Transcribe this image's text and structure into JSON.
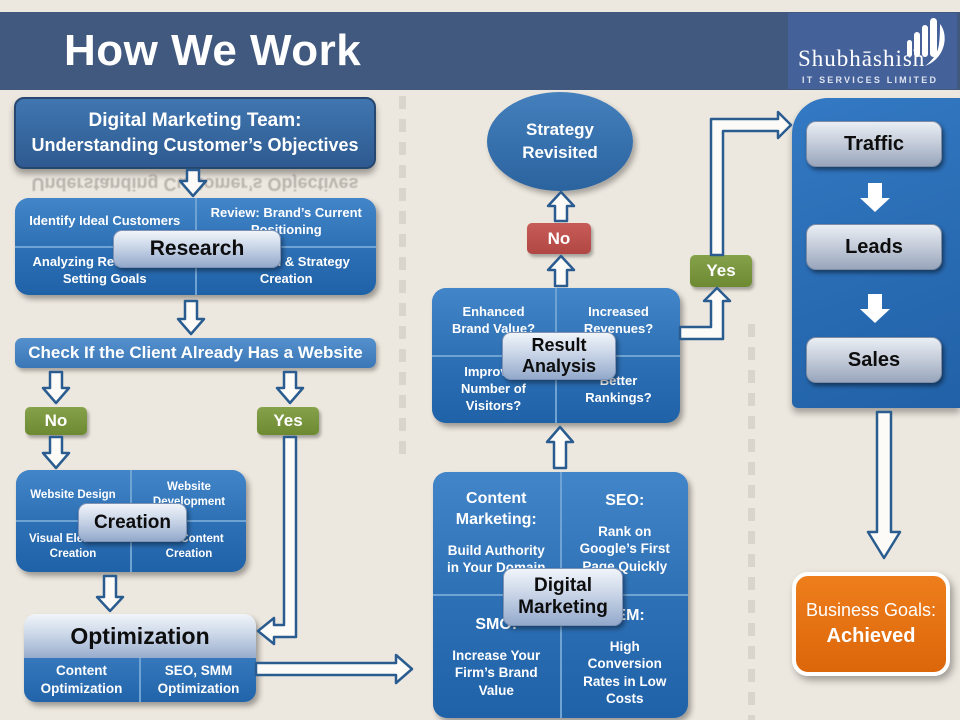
{
  "header": {
    "title": "How We Work",
    "logo_name": "Shubhāshish",
    "logo_tagline": "IT SERVICES LIMITED"
  },
  "left": {
    "intro_line1": "Digital Marketing Team:",
    "intro_line2": "Understanding Customer’s Objectives",
    "research": {
      "label": "Research",
      "tl": "Identify Ideal Customers",
      "tr": "Review: Brand’s Current Positioning",
      "bl": "Analyzing Resources & Setting Goals",
      "br": "Research & Strategy Creation"
    },
    "check_label": "Check If the Client Already Has a Website",
    "no_label": "No",
    "yes_label": "Yes",
    "creation": {
      "label": "Creation",
      "tl": "Website Design",
      "tr": "Website Development",
      "bl": "Visual Elements Creation",
      "br": "Text Content Creation"
    },
    "optimization": {
      "label": "Optimization",
      "cell_left": "Content Optimization",
      "cell_right": "SEO, SMM Optimization"
    }
  },
  "middle": {
    "strategy_line1": "Strategy",
    "strategy_line2": "Revisited",
    "no_label": "No",
    "yes_label": "Yes",
    "result": {
      "label_line1": "Result",
      "label_line2": "Analysis",
      "tl": "Enhanced Brand Value?",
      "tr": "Increased Revenues?",
      "bl": "Improved Number of Visitors?",
      "br": "Better Rankings?"
    },
    "digital": {
      "label_line1": "Digital",
      "label_line2": "Marketing",
      "tl_title": "Content Marketing:",
      "tl_body": "Build Authority in Your Domain",
      "tr_title": "SEO:",
      "tr_body": "Rank on Google’s First Page Quickly",
      "bl_title": "SMO:",
      "bl_body": "Increase Your Firm’s Brand Value",
      "br_title": "SEM:",
      "br_body": "High Conversion Rates in Low Costs"
    }
  },
  "right": {
    "steps": [
      "Traffic",
      "Leads",
      "Sales"
    ],
    "goal_label": "Business Goals:",
    "goal_status": "Achieved"
  },
  "colors": {
    "background": "#EDE8DF",
    "header_blue": "#42597F",
    "box_blue": "#2F70B6",
    "green": "#78943D",
    "red": "#C0504D",
    "orange": "#E66E0E",
    "arrow_outline": "#2A5C90"
  }
}
